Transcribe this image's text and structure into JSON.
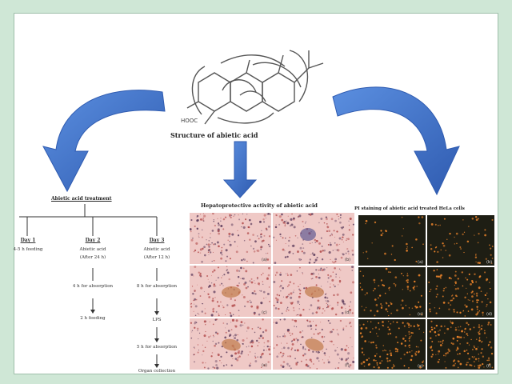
{
  "colors": {
    "background": "#cfe7d6",
    "panel": "#ffffff",
    "arrow": "#3d6fc6",
    "tissue": "#efc9c6",
    "micro_dark": "#1e1e14",
    "micro_dots": "#e8822a"
  },
  "structure": {
    "caption": "Structure of abietic acid",
    "group_label": "HOOC"
  },
  "treatment": {
    "title": "Abietic acid treatment",
    "days": [
      {
        "label": "Day 1",
        "lines": [
          "4-5 h feeding"
        ]
      },
      {
        "label": "Day 2",
        "lines": [
          "Abietic acid",
          "(After 24 h)"
        ],
        "steps": [
          "4 h for absorption",
          "2 h feeding"
        ]
      },
      {
        "label": "Day 3",
        "lines": [
          "Abietic acid",
          "(After 12 h)"
        ],
        "steps": [
          "8 h for absorption",
          "LPS",
          "5 h for absorption",
          "Organ collection"
        ]
      }
    ]
  },
  "hepato": {
    "title": "Hepatoprotective activity of abietic acid",
    "panel_labels": [
      "(a)",
      "(b)",
      "(c)",
      "(d)",
      "(e)",
      "(f)"
    ]
  },
  "pi": {
    "title": "PI staining of abietic acid treated HeLa cells",
    "panel_labels": [
      "(a)",
      "(b)",
      "(c)",
      "(d)",
      "(e)",
      "(f)"
    ]
  }
}
